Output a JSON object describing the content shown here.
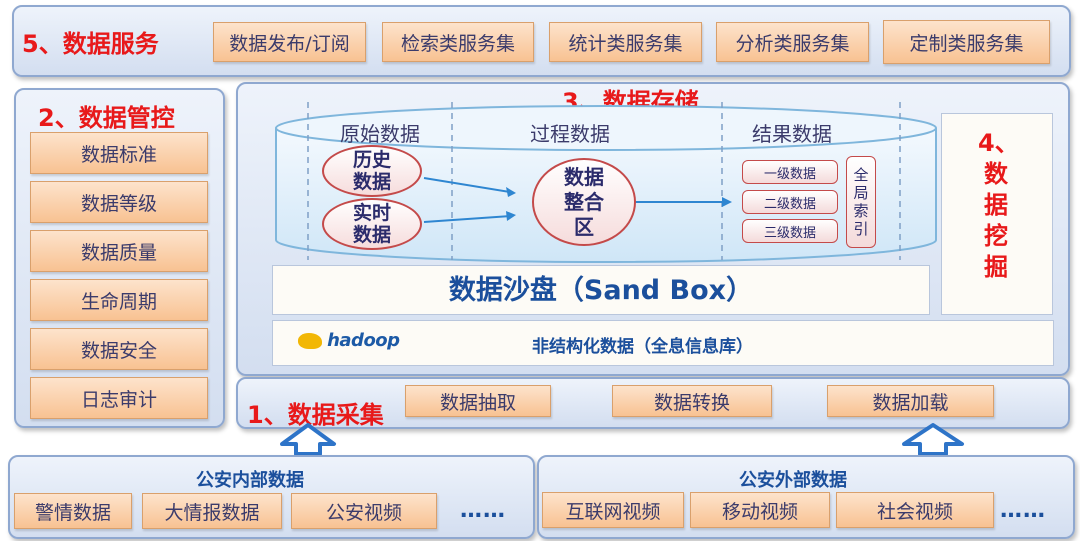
{
  "service": {
    "title": "5、数据服务",
    "items": [
      "数据发布/订阅",
      "检索类服务集",
      "统计类服务集",
      "分析类服务集",
      "定制类服务集"
    ]
  },
  "control": {
    "title": "2、数据管控",
    "items": [
      "数据标准",
      "数据等级",
      "数据质量",
      "生命周期",
      "数据安全",
      "日志审计"
    ]
  },
  "storage": {
    "title": "3、数据存储",
    "columns": [
      "原始数据",
      "过程数据",
      "结果数据"
    ],
    "raw": [
      "历史数据",
      "实时数据"
    ],
    "integration": "数据整合区",
    "levels": [
      "一级数据",
      "二级数据",
      "三级数据"
    ],
    "index": "全局索引",
    "sandbox": "数据沙盘（Sand Box）",
    "hadoop": "hadoop",
    "unstructured": "非结构化数据（全息信息库）"
  },
  "mining": {
    "title": "4、数据挖掘"
  },
  "collection": {
    "title": "1、数据采集",
    "items": [
      "数据抽取",
      "数据转换",
      "数据加载"
    ]
  },
  "internal": {
    "title": "公安内部数据",
    "items": [
      "警情数据",
      "大情报数据",
      "公安视频"
    ],
    "more": "……"
  },
  "external": {
    "title": "公安外部数据",
    "items": [
      "互联网视频",
      "移动视频",
      "社会视频"
    ],
    "more": "……"
  }
}
